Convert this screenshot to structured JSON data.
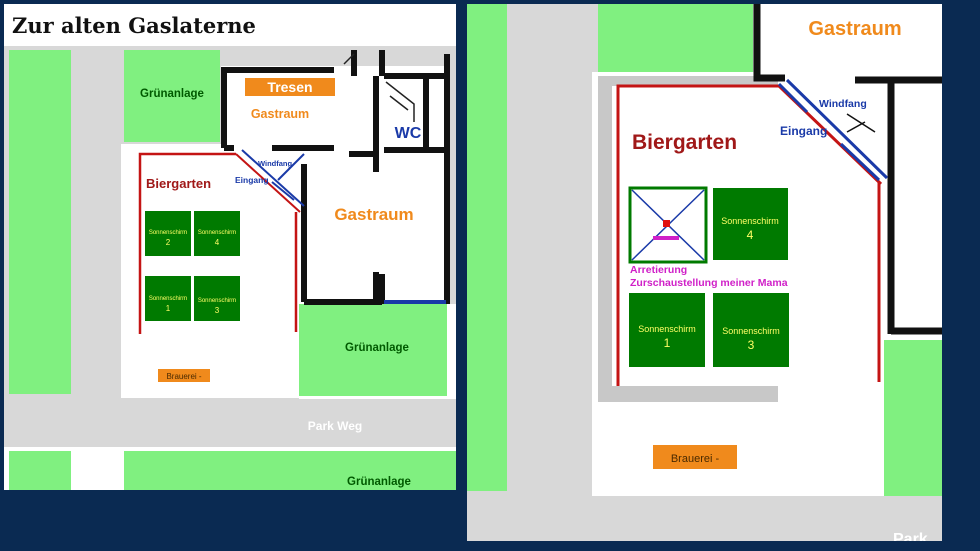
{
  "left_plan": {
    "title": "Zur alten Gaslaterne",
    "labels": {
      "gruen_top": "Grünanlage",
      "tresen": "Tresen",
      "gastraum_small": "Gastraum",
      "wc": "WC",
      "windfang": "Windfang",
      "eingang": "Eingang",
      "biergarten": "Biergarten",
      "gastraum_large": "Gastraum",
      "gruen_mid": "Grünanlage",
      "brauerei": "Brauerei -",
      "park_weg": "Park Weg",
      "gruen_bottom": "Grünanlage"
    },
    "umbrellas": [
      {
        "label": "Sonnenschirm",
        "num": "2"
      },
      {
        "label": "Sonnenschirm",
        "num": "4"
      },
      {
        "label": "Sonnenschirm",
        "num": "1"
      },
      {
        "label": "Sonnenschirm",
        "num": "3"
      }
    ]
  },
  "right_plan": {
    "labels": {
      "gastraum": "Gastraum",
      "windfang": "Windfang",
      "eingang": "Eingang",
      "biergarten": "Biergarten",
      "arretierung": "Arretierung",
      "zurschau": "Zurschaustellung meiner Mama",
      "brauerei": "Brauerei -",
      "park": "Park"
    },
    "umbrellas": [
      {
        "label": "Sonnenschirm",
        "num": "4"
      },
      {
        "label": "Sonnenschirm",
        "num": "1"
      },
      {
        "label": "Sonnenschirm",
        "num": "3"
      }
    ]
  },
  "colors": {
    "background": "#0a2a52",
    "green_area": "#80f080",
    "path_gray": "#d8d8d8",
    "umbrella_green": "#007a00",
    "umbrella_text": "#ffff66",
    "orange": "#f08a1c",
    "fence_red": "#c41414",
    "door_blue": "#1a3aa8",
    "title_red": "#a01818",
    "magenta": "#d020c8"
  }
}
